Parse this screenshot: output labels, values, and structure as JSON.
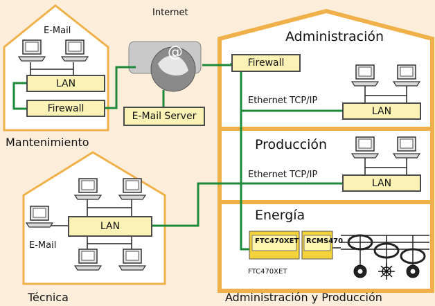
{
  "labels": {
    "internet": "Internet",
    "email_mant": "E-Mail",
    "lan_mant": "LAN",
    "firewall_mant": "Firewall",
    "mantenimiento": "Mantenimiento",
    "email_server": "E-Mail Server",
    "administracion": "Administración",
    "firewall_admin": "Firewall",
    "ethernet_admin": "Ethernet TCP/IP",
    "lan_admin": "LAN",
    "produccion": "Producción",
    "ethernet_prod": "Ethernet TCP/IP",
    "lan_prod": "LAN",
    "energia": "Energía",
    "ftc_device": "FTC470XET",
    "rcms_device": "RCMS470",
    "ftc_caption": "FTC470XET",
    "lan_tecnica": "LAN",
    "email_tecnica": "E-Mail",
    "tecnica": "Técnica",
    "admin_prod": "Administración y Producción"
  },
  "colors": {
    "background": "#fdeedb",
    "building_fill": "#ffffff",
    "building_border": "#f0b04a",
    "connection": "#1d8a3a",
    "box_fill": "#fbf2b6",
    "device_yellow": "#f3d23a"
  }
}
